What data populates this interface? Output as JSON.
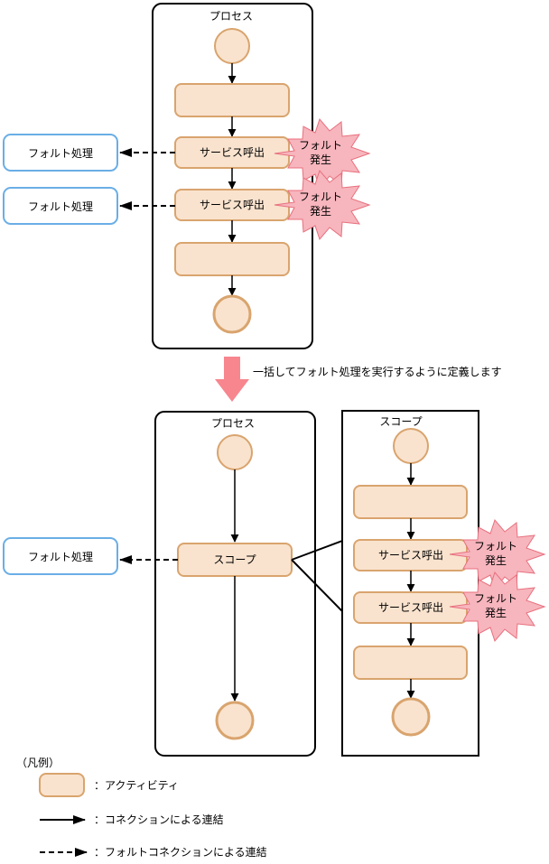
{
  "top": {
    "process_title": "プロセス",
    "service_call_1": "サービス呼出",
    "service_call_2": "サービス呼出",
    "fault_1_line1": "フォルト",
    "fault_1_line2": "発生",
    "fault_2_line1": "フォルト",
    "fault_2_line2": "発生",
    "handler_1": "フォルト処理",
    "handler_2": "フォルト処理"
  },
  "transition_text": "一括してフォルト処理を実行するように定義します",
  "bottom": {
    "process_title": "プロセス",
    "scope_activity": "スコープ",
    "handler": "フォルト処理",
    "scope_title": "スコープ",
    "service_call_1": "サービス呼出",
    "service_call_2": "サービス呼出",
    "fault_1_line1": "フォルト",
    "fault_1_line2": "発生",
    "fault_2_line1": "フォルト",
    "fault_2_line2": "発生"
  },
  "legend": {
    "title": "（凡例）",
    "activity": "：アクティビティ",
    "connection": "：コネクションによる連結",
    "fault_connection": "：フォルトコネクションによる連結"
  },
  "colors": {
    "activity_fill": "#f9e3ce",
    "activity_stroke": "#d9a46e",
    "handler_stroke": "#6aaee6",
    "fault_fill": "#f7b5bd",
    "fault_stroke": "#e8707e",
    "transition_arrow": "#f7868f"
  }
}
